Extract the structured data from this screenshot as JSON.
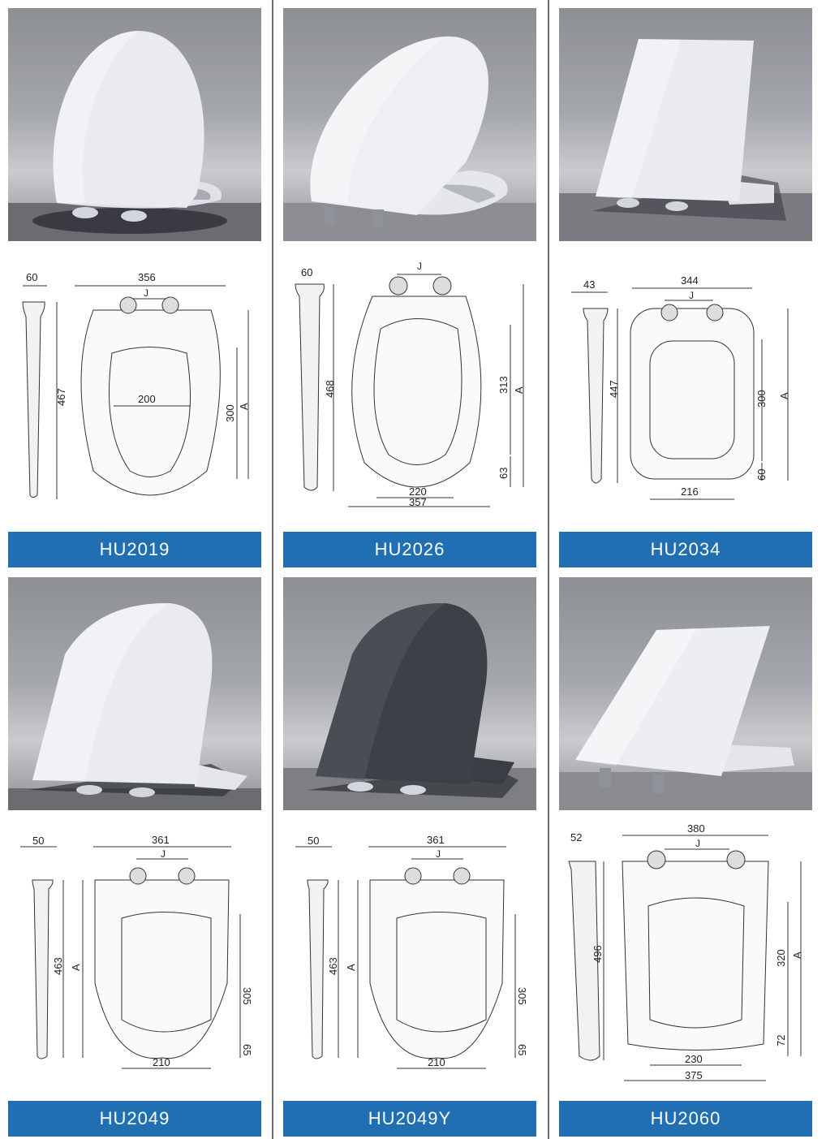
{
  "products": [
    {
      "model": "HU2019",
      "dims": {
        "side_depth": "60",
        "width": "356",
        "hinge": "J",
        "inner_width": "200",
        "length": "467",
        "inner_length": "300",
        "total": "A"
      }
    },
    {
      "model": "HU2026",
      "dims": {
        "side_depth": "60",
        "hinge": "J",
        "length": "468",
        "inner_length": "313",
        "total": "A",
        "rear": "63",
        "inner_width": "220",
        "width": "357"
      }
    },
    {
      "model": "HU2034",
      "dims": {
        "side_depth": "43",
        "width": "344",
        "hinge": "J",
        "length": "447",
        "inner_length": "300",
        "total": "A",
        "rear": "60",
        "inner_width": "216"
      }
    },
    {
      "model": "HU2049",
      "dims": {
        "side_depth": "50",
        "width": "361",
        "hinge": "J",
        "length": "463",
        "total": "A",
        "inner_length": "305",
        "rear": "65",
        "inner_width": "210"
      }
    },
    {
      "model": "HU2049Y",
      "dims": {
        "side_depth": "50",
        "width": "361",
        "hinge": "J",
        "length": "463",
        "total": "A",
        "inner_length": "305",
        "rear": "65",
        "inner_width": "210"
      }
    },
    {
      "model": "HU2060",
      "dims": {
        "side_depth": "52",
        "width": "380",
        "hinge": "J",
        "length": "496",
        "inner_length": "320",
        "total": "A",
        "rear": "72",
        "inner_width": "230",
        "outer_width": "375"
      }
    }
  ],
  "colors": {
    "label_bar": "#1f6fb2",
    "seat_white": "#e9ebf0",
    "seat_dark": "#3d4047",
    "separator": "#6a6a6a"
  }
}
